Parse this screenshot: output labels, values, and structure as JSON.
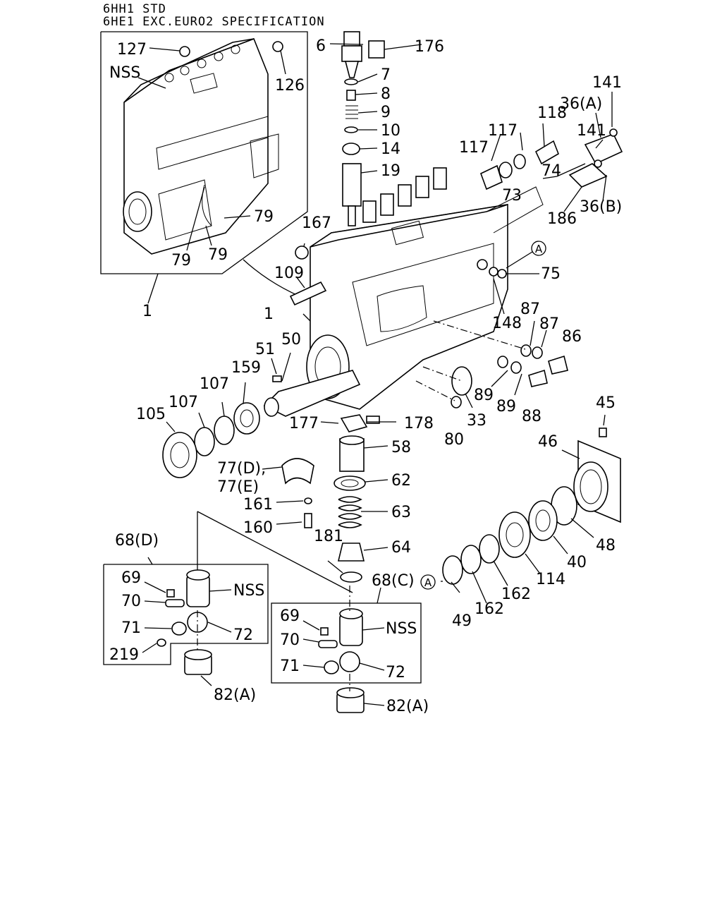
{
  "header": {
    "line1": "6HH1 STD",
    "line2": "6HE1 EXC.EURO2 SPECIFICATION"
  },
  "inset_labels": {
    "nss_top": "NSS",
    "nss_68d": "NSS",
    "nss_68c": "NSS"
  },
  "part_labels": [
    "127",
    "126",
    "79",
    "79",
    "79",
    "1",
    "6",
    "176",
    "7",
    "8",
    "9",
    "10",
    "14",
    "19",
    "117",
    "118",
    "117",
    "36(A)",
    "141",
    "141",
    "74",
    "73",
    "36(B)",
    "186",
    "167",
    "109",
    "1",
    "75",
    "148",
    "87",
    "87",
    "86",
    "51",
    "50",
    "159",
    "107",
    "107",
    "105",
    "89",
    "89",
    "88",
    "33",
    "80",
    "177",
    "178",
    "58",
    "62",
    "63",
    "64",
    "77(D),",
    "77(E)",
    "161",
    "160",
    "181",
    "45",
    "46",
    "48",
    "40",
    "114",
    "162",
    "162",
    "49",
    "68(D)",
    "69",
    "70",
    "71",
    "72",
    "219",
    "82(A)",
    "68(C)",
    "69",
    "70",
    "71",
    "72",
    "82(A)"
  ],
  "circle_markers": [
    "A",
    "A"
  ]
}
